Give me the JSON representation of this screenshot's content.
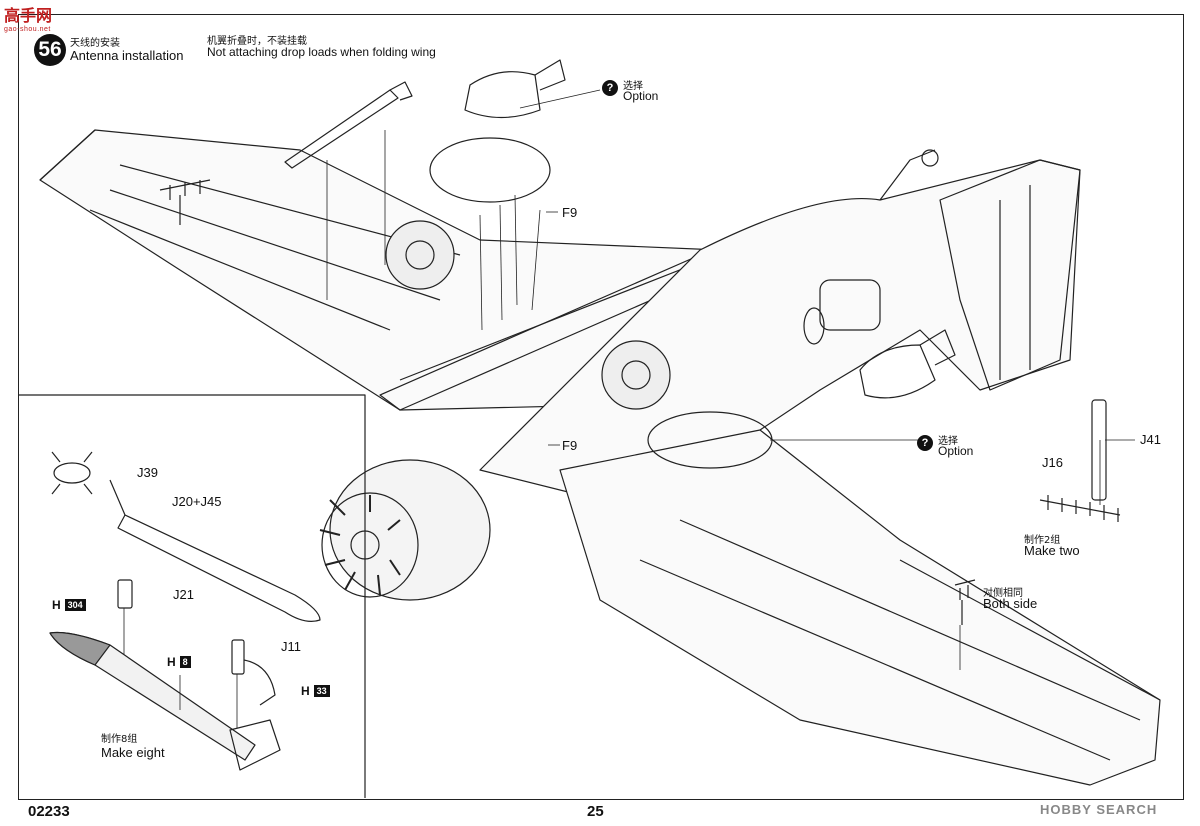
{
  "watermark_top": {
    "line1": "高手网",
    "line2": "gao-shou.net"
  },
  "step": {
    "number": "56",
    "title_cn": "天线的安装",
    "title_en": "Antenna installation",
    "note_cn": "机翼折叠时，不装挂载",
    "note_en": "Not attaching drop loads when folding wing"
  },
  "callouts": {
    "option_top": {
      "cn": "选择",
      "en": "Option"
    },
    "option_right": {
      "cn": "选择",
      "en": "Option"
    },
    "f9_top": "F9",
    "f9_mid": "F9",
    "j41": "J41",
    "j16": "J16",
    "make_two": {
      "cn": "制作2组",
      "en": "Make two"
    },
    "both_side": {
      "cn": "对侧相同",
      "en": "Both side"
    }
  },
  "inset": {
    "j39": "J39",
    "j20_j45": "J20+J45",
    "j21": "J21",
    "j11": "J11",
    "h304": {
      "letter": "H",
      "num": "304"
    },
    "h8": {
      "letter": "H",
      "num": "8"
    },
    "h33": {
      "letter": "H",
      "num": "33"
    },
    "make_eight": {
      "cn": "制作8组",
      "en": "Make eight"
    }
  },
  "footer": {
    "code": "02233",
    "page": "25",
    "brand": "HOBBY SEARCH"
  },
  "icons": [
    "question-circle-icon"
  ]
}
